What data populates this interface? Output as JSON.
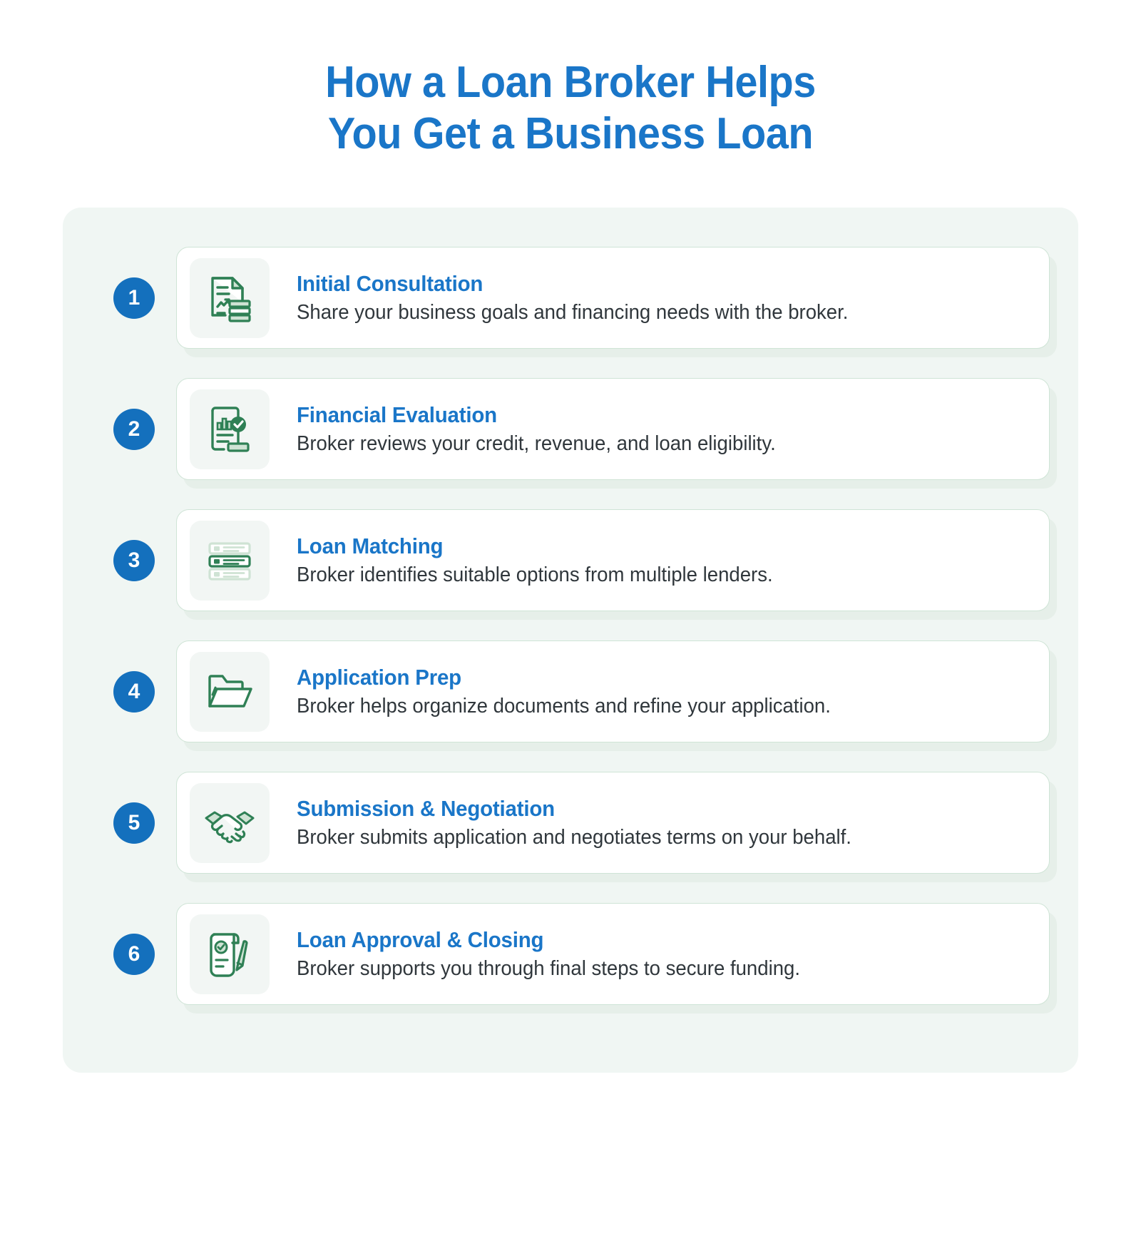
{
  "title": {
    "line1": "How a Loan Broker Helps",
    "line2": "You Get a Business Loan",
    "color": "#1a76c8"
  },
  "theme": {
    "panel_bg": "#f0f6f3",
    "card_bg": "#ffffff",
    "card_border": "#cfe4d6",
    "card_shadow": "#e6efe9",
    "number_circle": "#1470bd",
    "number_text": "#ffffff",
    "icon_box_bg": "#f2f6f4",
    "icon_stroke": "#2f8055",
    "icon_fill_light": "#cfe3d4",
    "title_color": "#1a76c8",
    "desc_color": "#30373c",
    "page_bg": "#ffffff"
  },
  "steps": [
    {
      "number": "1",
      "icon": "document-chart-icon",
      "title": "Initial Consultation",
      "description": "Share your business goals and financing needs with the broker."
    },
    {
      "number": "2",
      "icon": "financial-report-check-icon",
      "title": "Financial Evaluation",
      "description": "Broker reviews your credit, revenue, and loan eligibility."
    },
    {
      "number": "3",
      "icon": "list-options-icon",
      "title": "Loan Matching",
      "description": "Broker identifies suitable options from multiple lenders."
    },
    {
      "number": "4",
      "icon": "open-folder-icon",
      "title": "Application Prep",
      "description": "Broker helps organize documents and refine your application."
    },
    {
      "number": "5",
      "icon": "handshake-icon",
      "title": "Submission & Negotiation",
      "description": "Broker submits application and negotiates terms on your behalf."
    },
    {
      "number": "6",
      "icon": "signed-contract-icon",
      "title": "Loan Approval & Closing",
      "description": "Broker supports you through final steps to secure funding."
    }
  ]
}
